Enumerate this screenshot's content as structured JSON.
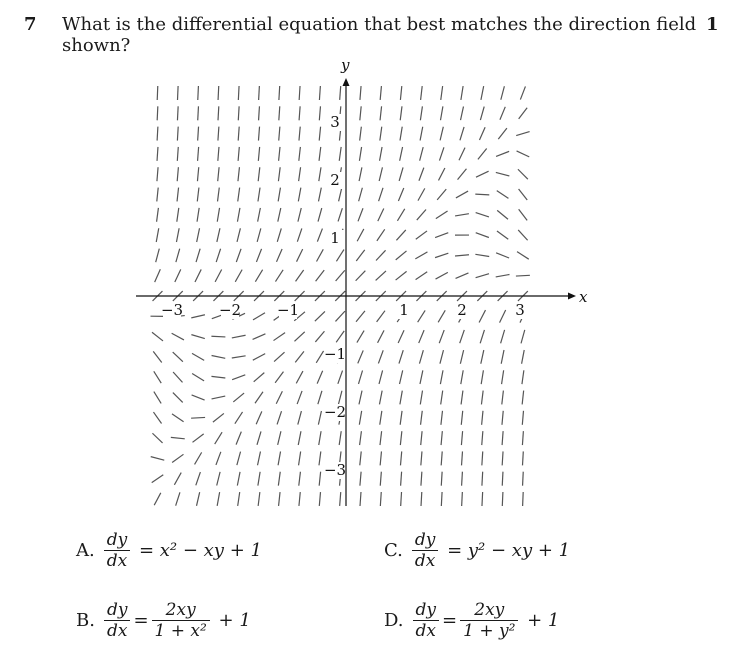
{
  "question": {
    "number": "7",
    "text": "What is the differential equation that best matches the direction field shown?",
    "marks": "1"
  },
  "figure": {
    "x_axis_label": "x",
    "y_axis_label": "y",
    "x_ticks": [
      {
        "value": -3,
        "label": "−3"
      },
      {
        "value": -2,
        "label": "−2"
      },
      {
        "value": -1,
        "label": "−1"
      },
      {
        "value": 1,
        "label": "1"
      },
      {
        "value": 2,
        "label": "2"
      },
      {
        "value": 3,
        "label": "3"
      }
    ],
    "y_ticks": [
      {
        "value": 3,
        "label": "3"
      },
      {
        "value": 2,
        "label": "2"
      },
      {
        "value": 1,
        "label": "1"
      },
      {
        "value": -1,
        "label": "−1"
      },
      {
        "value": -2,
        "label": "−2"
      },
      {
        "value": -3,
        "label": "−3"
      }
    ],
    "x_range": [
      -3.25,
      3.25
    ],
    "y_range": [
      -3.5,
      3.5
    ],
    "grid_step": 0.35,
    "line_color": "#555555"
  },
  "options": {
    "A": {
      "letter": "A.",
      "num": "dy",
      "den": "dx",
      "rhs": " = x² − xy + 1"
    },
    "B": {
      "letter": "B.",
      "num": "dy",
      "den": "dx",
      "rhs_num": "2xy",
      "rhs_den": "1 + x²",
      "rhs_tail": " + 1"
    },
    "C": {
      "letter": "C.",
      "num": "dy",
      "den": "dx",
      "rhs": " = y² − xy + 1"
    },
    "D": {
      "letter": "D.",
      "num": "dy",
      "den": "dx",
      "rhs_num": "2xy",
      "rhs_den": "1 + y²",
      "rhs_tail": " + 1"
    }
  }
}
